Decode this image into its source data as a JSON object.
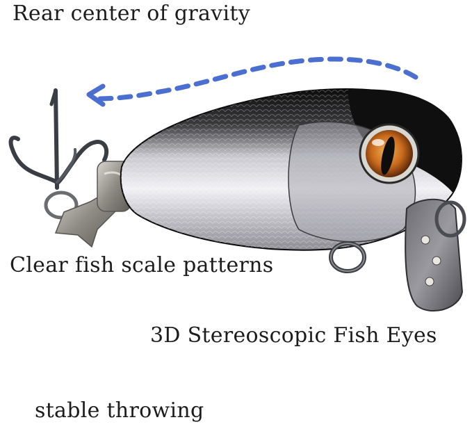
{
  "captions": {
    "rear_center_of_gravity": "Rear center of gravity",
    "clear_fish_scale_patterns": "Clear fish scale patterns",
    "stereoscopic_fish_eyes": "3D Stereoscopic Fish Eyes",
    "stable_throwing": "stable throwing"
  },
  "colors": {
    "arrow": "#4a6fd1",
    "body_dark": "#111111",
    "body_silver": "#d9d9df",
    "eye_iris": "#c96a1c",
    "hook_metal": "#3a3d44"
  },
  "icons": {
    "arrow": "dashed-arrow-left-icon"
  }
}
